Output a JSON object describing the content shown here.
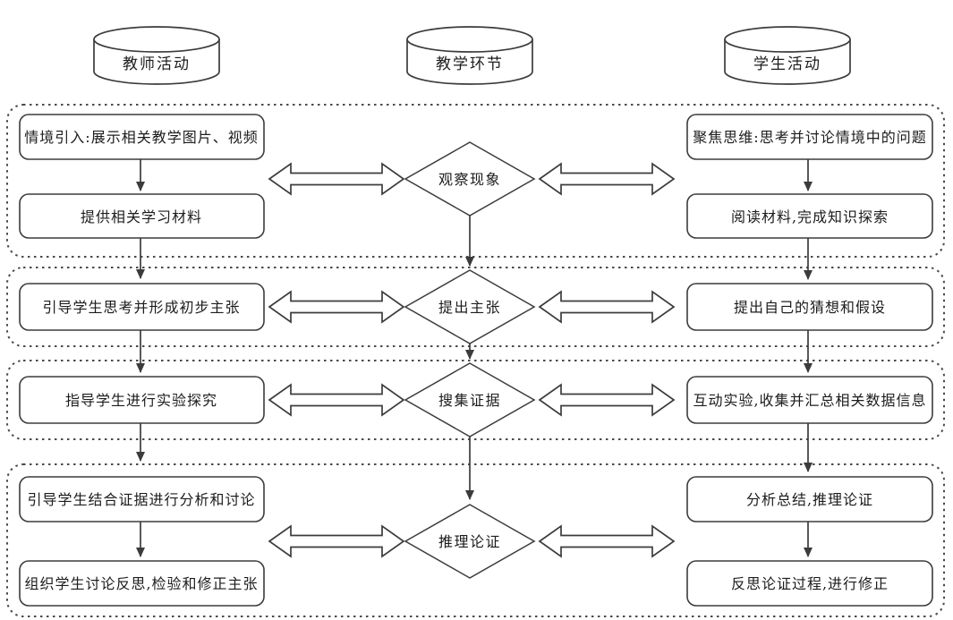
{
  "figure": {
    "title": "teaching-flow-diagram",
    "columns": [
      {
        "label": "教师活动"
      },
      {
        "label": "教学环节"
      },
      {
        "label": "学生活动"
      }
    ],
    "rows": [
      {
        "teacher_steps": [
          "情境引入:展示相关教学图片、视频",
          "提供相关学习材料"
        ],
        "stage": "观察现象",
        "student_steps": [
          "聚焦思维:思考并讨论情境中的问题",
          "阅读材料,完成知识探索"
        ]
      },
      {
        "teacher_steps": [
          "引导学生思考并形成初步主张"
        ],
        "stage": "提出主张",
        "student_steps": [
          "提出自己的猜想和假设"
        ]
      },
      {
        "teacher_steps": [
          "指导学生进行实验探究"
        ],
        "stage": "搜集证据",
        "student_steps": [
          "互动实验,收集并汇总相关数据信息"
        ]
      },
      {
        "teacher_steps": [
          "引导学生结合证据进行分析和讨论",
          "组织学生讨论反思,检验和修正主张"
        ],
        "stage": "推理论证",
        "student_steps": [
          "分析总结,推理论证",
          "反思论证过程,进行修正"
        ]
      }
    ],
    "colors": {
      "stroke": "#3c3c3c",
      "dashed_border": "#4a4a4a",
      "text": "#1c1c1c",
      "background": "#ffffff"
    }
  }
}
